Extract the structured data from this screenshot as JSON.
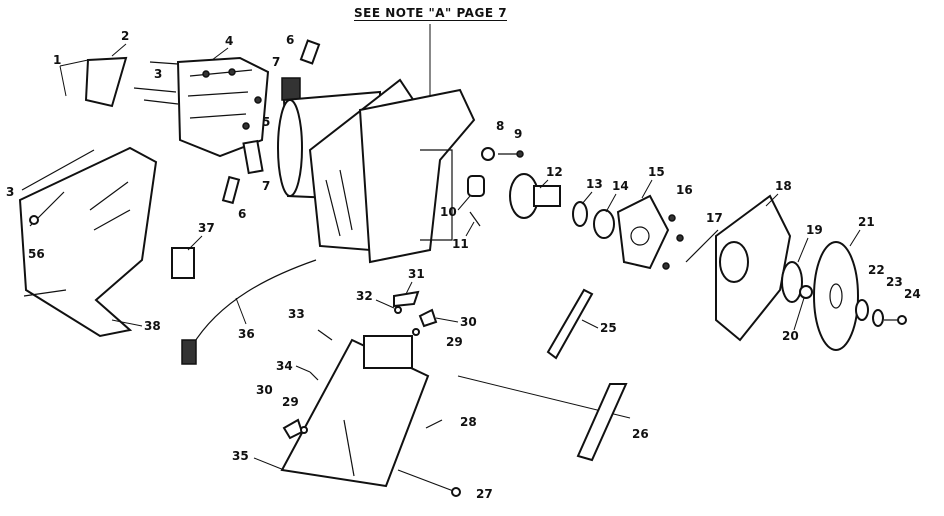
{
  "note": "SEE NOTE \"A\" PAGE 7",
  "labels": {
    "p1": "1",
    "p2": "2",
    "p3a": "3",
    "p3b": "3",
    "p4": "4",
    "p5": "5",
    "p6a": "6",
    "p6b": "6",
    "p7a": "7",
    "p7b": "7",
    "p8": "8",
    "p9": "9",
    "p10": "10",
    "p11": "11",
    "p12": "12",
    "p13": "13",
    "p14": "14",
    "p15": "15",
    "p16": "16",
    "p17": "17",
    "p18": "18",
    "p19": "19",
    "p20": "20",
    "p21": "21",
    "p22": "22",
    "p23": "23",
    "p24": "24",
    "p25": "25",
    "p26": "26",
    "p27": "27",
    "p28": "28",
    "p29a": "29",
    "p29b": "29",
    "p30a": "30",
    "p30b": "30",
    "p31": "31",
    "p32": "32",
    "p33": "33",
    "p34": "34",
    "p35": "35",
    "p36": "36",
    "p37": "37",
    "p38": "38",
    "p56": "56"
  }
}
